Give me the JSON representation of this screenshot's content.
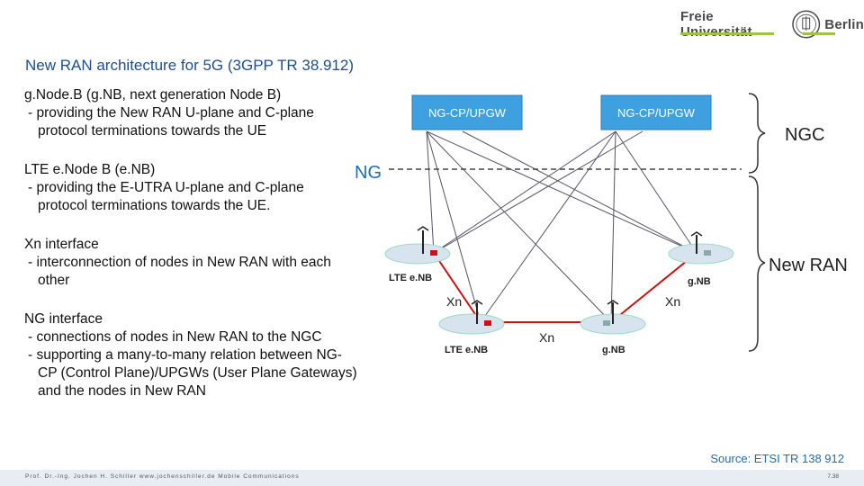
{
  "logo": {
    "left": "Freie Universität",
    "right": "Berlin"
  },
  "title": "New RAN architecture for 5G (3GPP TR 38.912)",
  "paragraphs": [
    {
      "head": "g.Node.B (g.NB, next generation Node B)",
      "bullets": [
        "providing the New RAN U-plane and C-plane protocol terminations towards the UE"
      ]
    },
    {
      "head": "LTE e.Node B (e.NB)",
      "bullets": [
        "providing the E-UTRA U-plane and C-plane protocol terminations towards the UE."
      ]
    },
    {
      "head": "Xn interface",
      "bullets": [
        "interconnection of nodes in New RAN with each other"
      ]
    },
    {
      "head": "NG interface",
      "bullets": [
        "connections of nodes in New RAN to the NGC",
        "supporting a many-to-many relation between NG-CP (Control Plane)/UPGWs (User Plane Gateways) and the nodes in New RAN"
      ]
    }
  ],
  "diagram": {
    "core_boxes": [
      "NG-CP/UPGW",
      "NG-CP/UPGW"
    ],
    "ng_label": "NG",
    "ngc_label": "NGC",
    "new_ran_label": "New RAN",
    "nodes": [
      "LTE e.NB",
      "g.NB",
      "LTE e.NB",
      "g.NB"
    ],
    "xn_labels": [
      "Xn",
      "Xn",
      "Xn"
    ],
    "box_color": "#3fa0e0",
    "xn_color": "#d01010"
  },
  "source": "Source: ETSI TR 138 912",
  "footer": {
    "left": "Prof. Dr.-Ing. Jochen H. Schiller www.jochenschiller.de Mobile Communications",
    "page": "7.38"
  }
}
